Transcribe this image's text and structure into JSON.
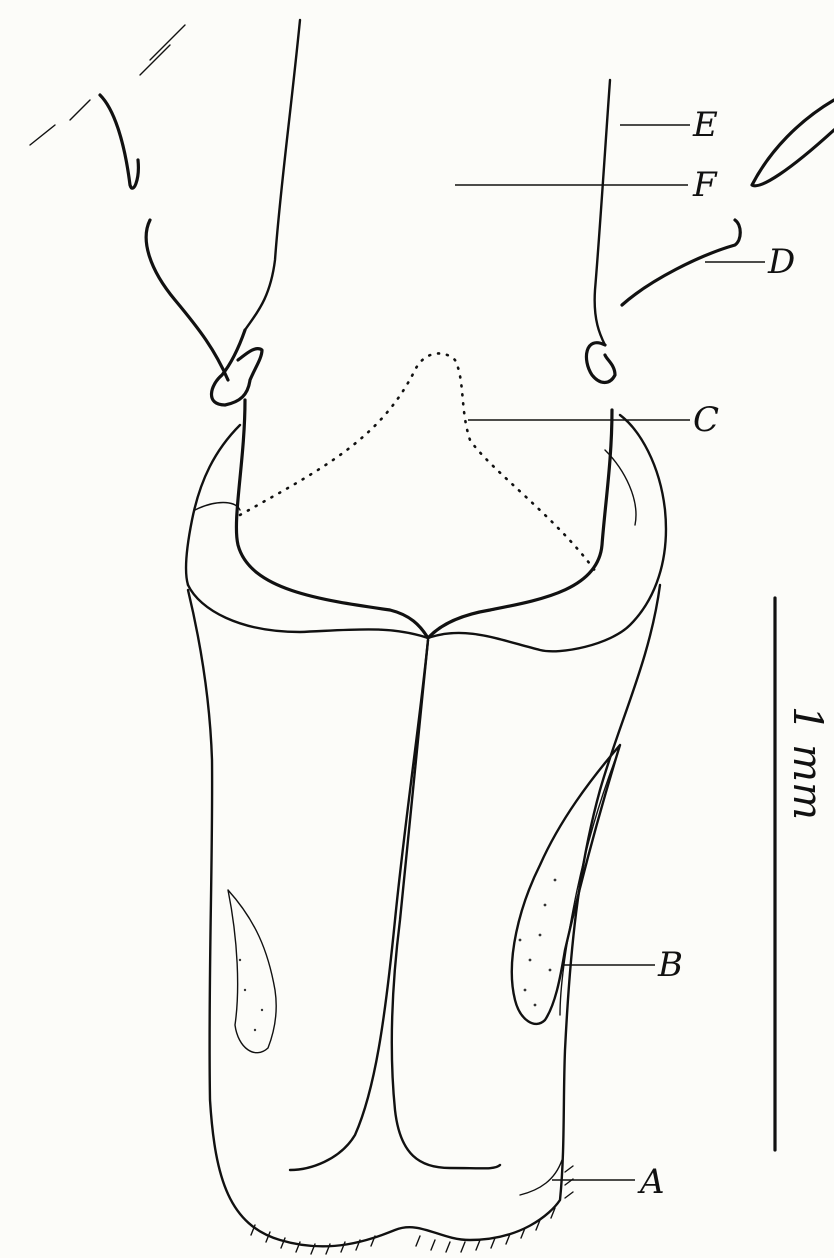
{
  "labels": {
    "A": "A",
    "B": "B",
    "C": "C",
    "D": "D",
    "E": "E",
    "F": "F"
  },
  "scale_bar": {
    "label": "1 mm"
  }
}
